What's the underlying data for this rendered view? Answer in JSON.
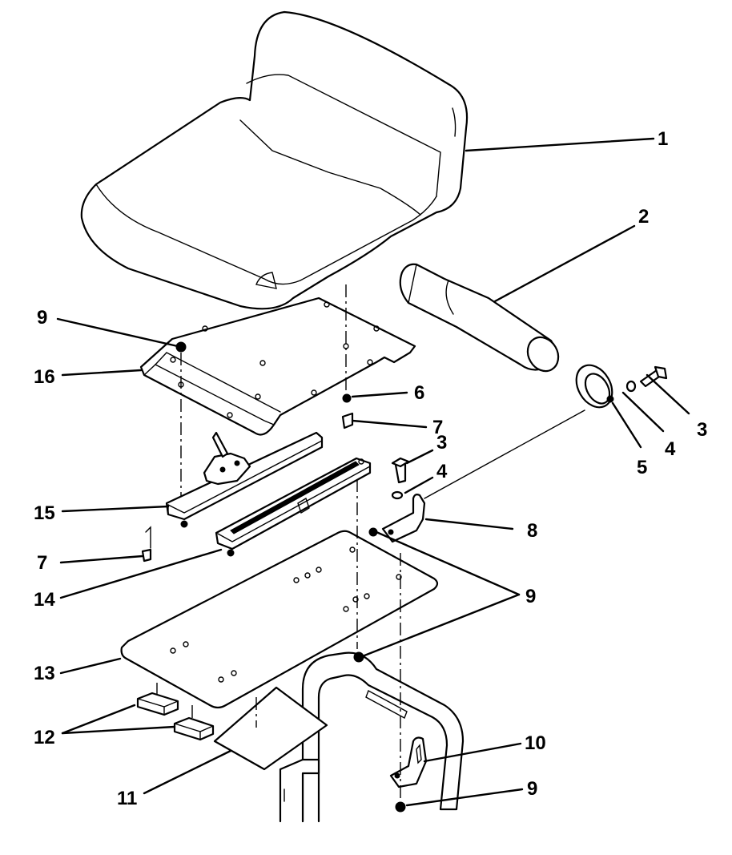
{
  "callouts": [
    {
      "id": "c1",
      "text": "1"
    },
    {
      "id": "c2",
      "text": "2"
    },
    {
      "id": "c3a",
      "text": "3"
    },
    {
      "id": "c3b",
      "text": "3"
    },
    {
      "id": "c4a",
      "text": "4"
    },
    {
      "id": "c4b",
      "text": "4"
    },
    {
      "id": "c5",
      "text": "5"
    },
    {
      "id": "c6",
      "text": "6"
    },
    {
      "id": "c7a",
      "text": "7"
    },
    {
      "id": "c7b",
      "text": "7"
    },
    {
      "id": "c8",
      "text": "8"
    },
    {
      "id": "c9a",
      "text": "9"
    },
    {
      "id": "c9b",
      "text": "9"
    },
    {
      "id": "c9c",
      "text": "9"
    },
    {
      "id": "c10",
      "text": "10"
    },
    {
      "id": "c11",
      "text": "11"
    },
    {
      "id": "c12",
      "text": "12"
    },
    {
      "id": "c13",
      "text": "13"
    },
    {
      "id": "c14",
      "text": "14"
    },
    {
      "id": "c15",
      "text": "15"
    },
    {
      "id": "c16",
      "text": "16"
    }
  ],
  "colors": {
    "ink": "#000000",
    "paper": "#ffffff"
  }
}
